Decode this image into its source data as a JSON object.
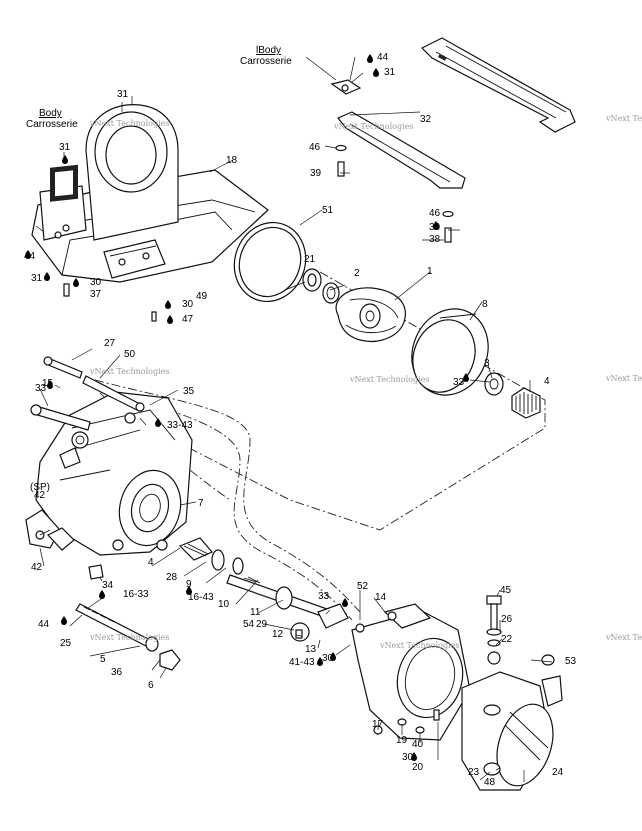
{
  "callouts": [
    {
      "id": "31a",
      "text": "31"
    },
    {
      "id": "18",
      "text": "18"
    },
    {
      "id": "31b",
      "text": "31"
    },
    {
      "id": "44a",
      "text": "44"
    },
    {
      "id": "31c",
      "text": "31"
    },
    {
      "id": "30a",
      "text": "30"
    },
    {
      "id": "37",
      "text": "37"
    },
    {
      "id": "49",
      "text": "49"
    },
    {
      "id": "30b",
      "text": "30"
    },
    {
      "id": "47",
      "text": "47"
    },
    {
      "id": "44b",
      "text": "44"
    },
    {
      "id": "31d",
      "text": "31"
    },
    {
      "id": "32",
      "text": "32"
    },
    {
      "id": "46a",
      "text": "46"
    },
    {
      "id": "39",
      "text": "39"
    },
    {
      "id": "46b",
      "text": "46"
    },
    {
      "id": "30c",
      "text": "30"
    },
    {
      "id": "38",
      "text": "38"
    },
    {
      "id": "51",
      "text": "51"
    },
    {
      "id": "21",
      "text": "21"
    },
    {
      "id": "2",
      "text": "2"
    },
    {
      "id": "1",
      "text": "1"
    },
    {
      "id": "8",
      "text": "8"
    },
    {
      "id": "3",
      "text": "3"
    },
    {
      "id": "4a",
      "text": "4"
    },
    {
      "id": "33a",
      "text": "33"
    },
    {
      "id": "27",
      "text": "27"
    },
    {
      "id": "50",
      "text": "50"
    },
    {
      "id": "33b",
      "text": "33"
    },
    {
      "id": "35",
      "text": "35"
    },
    {
      "id": "15",
      "text": "15"
    },
    {
      "id": "33-43",
      "text": "33-43"
    },
    {
      "id": "SP",
      "text": "(SP)"
    },
    {
      "id": "42a",
      "text": "42"
    },
    {
      "id": "7",
      "text": "7"
    },
    {
      "id": "42b",
      "text": "42"
    },
    {
      "id": "4b",
      "text": "4"
    },
    {
      "id": "28",
      "text": "28"
    },
    {
      "id": "9",
      "text": "9"
    },
    {
      "id": "16-43",
      "text": "16-43"
    },
    {
      "id": "10",
      "text": "10"
    },
    {
      "id": "11",
      "text": "11"
    },
    {
      "id": "54",
      "text": "54"
    },
    {
      "id": "29",
      "text": "29"
    },
    {
      "id": "34",
      "text": "34"
    },
    {
      "id": "16-33",
      "text": "16-33"
    },
    {
      "id": "44c",
      "text": "44"
    },
    {
      "id": "25",
      "text": "25"
    },
    {
      "id": "5",
      "text": "5"
    },
    {
      "id": "36",
      "text": "36"
    },
    {
      "id": "6",
      "text": "6"
    },
    {
      "id": "12",
      "text": "12"
    },
    {
      "id": "41-43",
      "text": "41-43"
    },
    {
      "id": "13",
      "text": "13"
    },
    {
      "id": "33c",
      "text": "33"
    },
    {
      "id": "52",
      "text": "52"
    },
    {
      "id": "14",
      "text": "14"
    },
    {
      "id": "30d",
      "text": "30"
    },
    {
      "id": "17",
      "text": "17"
    },
    {
      "id": "19",
      "text": "19"
    },
    {
      "id": "40",
      "text": "40"
    },
    {
      "id": "30e",
      "text": "30"
    },
    {
      "id": "20",
      "text": "20"
    },
    {
      "id": "45",
      "text": "45"
    },
    {
      "id": "26",
      "text": "26"
    },
    {
      "id": "22",
      "text": "22"
    },
    {
      "id": "53",
      "text": "53"
    },
    {
      "id": "23",
      "text": "23"
    },
    {
      "id": "48",
      "text": "48"
    },
    {
      "id": "24",
      "text": "24"
    }
  ],
  "notes": {
    "body_left_en": "Body",
    "body_left_fr": "Carrosserie",
    "body_top_en": "lBody",
    "body_top_fr": "Carrosserie"
  },
  "watermark": "vNext Technologies"
}
